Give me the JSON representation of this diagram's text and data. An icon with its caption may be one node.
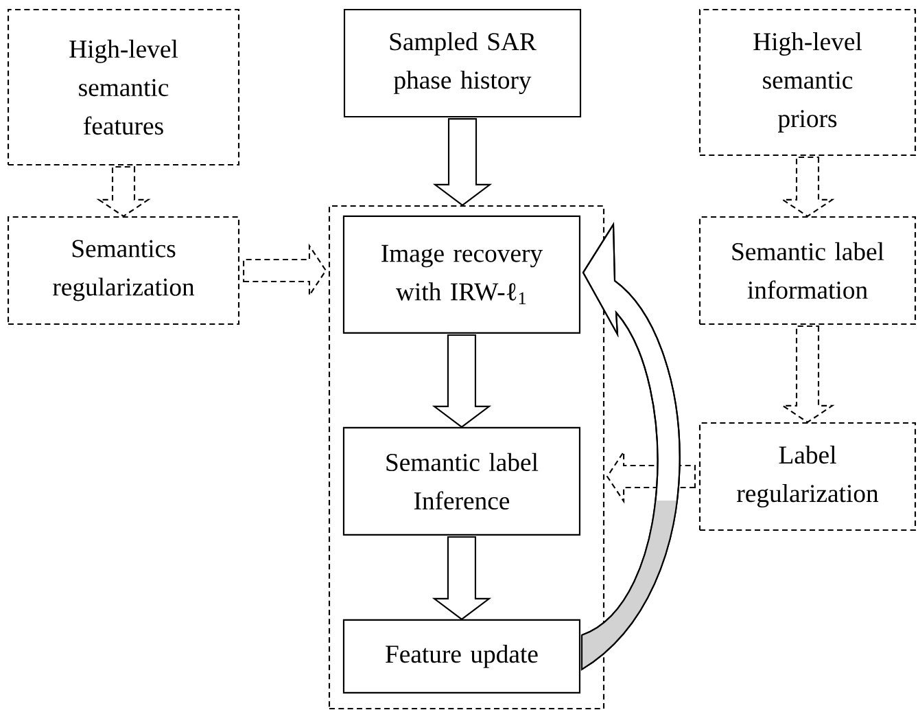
{
  "diagram": {
    "nodes": [
      {
        "text": [
          "High-level semantic features"
        ]
      },
      {
        "text": [
          "Semantics regularization"
        ]
      },
      {
        "text": [
          "Sampled SAR phase history"
        ]
      },
      {
        "text": [],
        "shape": "box"
      },
      {
        "text": [
          "Image recovery with IRW-ℓ$_{1}$"
        ],
        "in": 3
      },
      {
        "text": [
          "Semantic label Inference"
        ],
        "in": 3
      },
      {
        "text": [
          "Feature update"
        ],
        "in": 3
      },
      {
        "text": [
          "High-level semantic priors"
        ]
      },
      {
        "text": [
          "Semantic label information"
        ]
      },
      {
        "text": [
          "Label regularization"
        ]
      }
    ],
    "edges": [
      {
        "from": 0,
        "to": 1,
        "arrow": "to",
        "style": "dashed"
      },
      {
        "from": 1,
        "to": 3,
        "arrow": "to",
        "style": "dashed"
      },
      {
        "from": 2,
        "to": 3,
        "arrow": "to"
      },
      {
        "from": 4,
        "to": 5,
        "arrow": "to"
      },
      {
        "from": 5,
        "to": 6,
        "arrow": "to"
      },
      {
        "from": 7,
        "to": 8,
        "arrow": "to",
        "style": "dashed"
      },
      {
        "from": 8,
        "to": 9,
        "arrow": "to",
        "style": "dashed"
      },
      {
        "from": 9,
        "to": 3,
        "arrow": "to",
        "style": "dashed"
      },
      {
        "from": 6,
        "to": 4,
        "arrow": "to"
      }
    ]
  }
}
